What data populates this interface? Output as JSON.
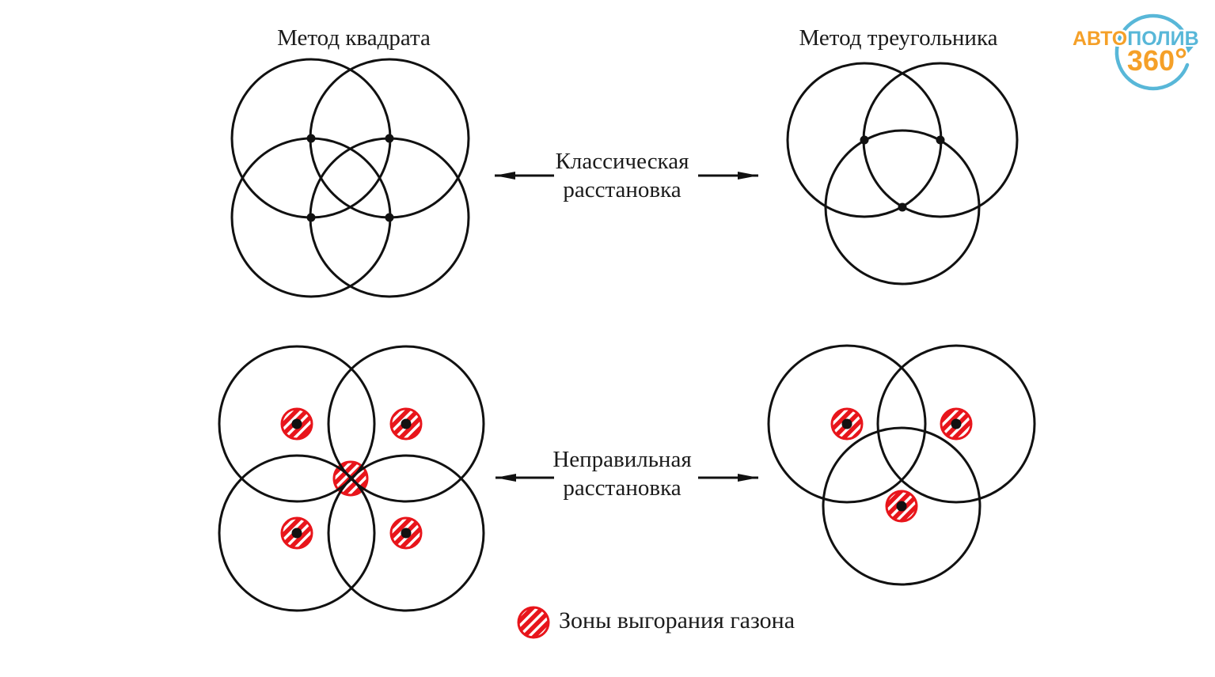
{
  "header": {
    "square_method_title": "Метод квадрата",
    "triangle_method_title": "Метод треугольника"
  },
  "labels": {
    "classic": {
      "line1": "Классическая",
      "line2": "расстановка"
    },
    "incorrect": {
      "line1": "Неправильная",
      "line2": "расстановка"
    }
  },
  "legend": {
    "label": "Зоны выгорания газона",
    "symbol": "red-hatched-circle"
  },
  "logo": {
    "brand_orange": "АВТО",
    "brand_blue": "ПОЛИВ",
    "angle_number": "360",
    "degree_symbol": "°"
  },
  "figures": [
    {
      "method": "Метод квадрата",
      "arrangement": "Классическая расстановка",
      "sprinklers": 4,
      "burnout_zones": 0
    },
    {
      "method": "Метод треугольника",
      "arrangement": "Классическая расстановка",
      "sprinklers": 3,
      "burnout_zones": 0
    },
    {
      "method": "Метод квадрата",
      "arrangement": "Неправильная расстановка",
      "sprinklers": 4,
      "burnout_zones": 5
    },
    {
      "method": "Метод треугольника",
      "arrangement": "Неправильная расстановка",
      "sprinklers": 3,
      "burnout_zones": 3
    }
  ],
  "colors": {
    "diagram_stroke": "#111111",
    "burnout_red": "#e8151b",
    "logo_orange": "#f5a028",
    "logo_blue": "#58b7d8",
    "background": "#ffffff",
    "text": "#1b1b1b"
  }
}
